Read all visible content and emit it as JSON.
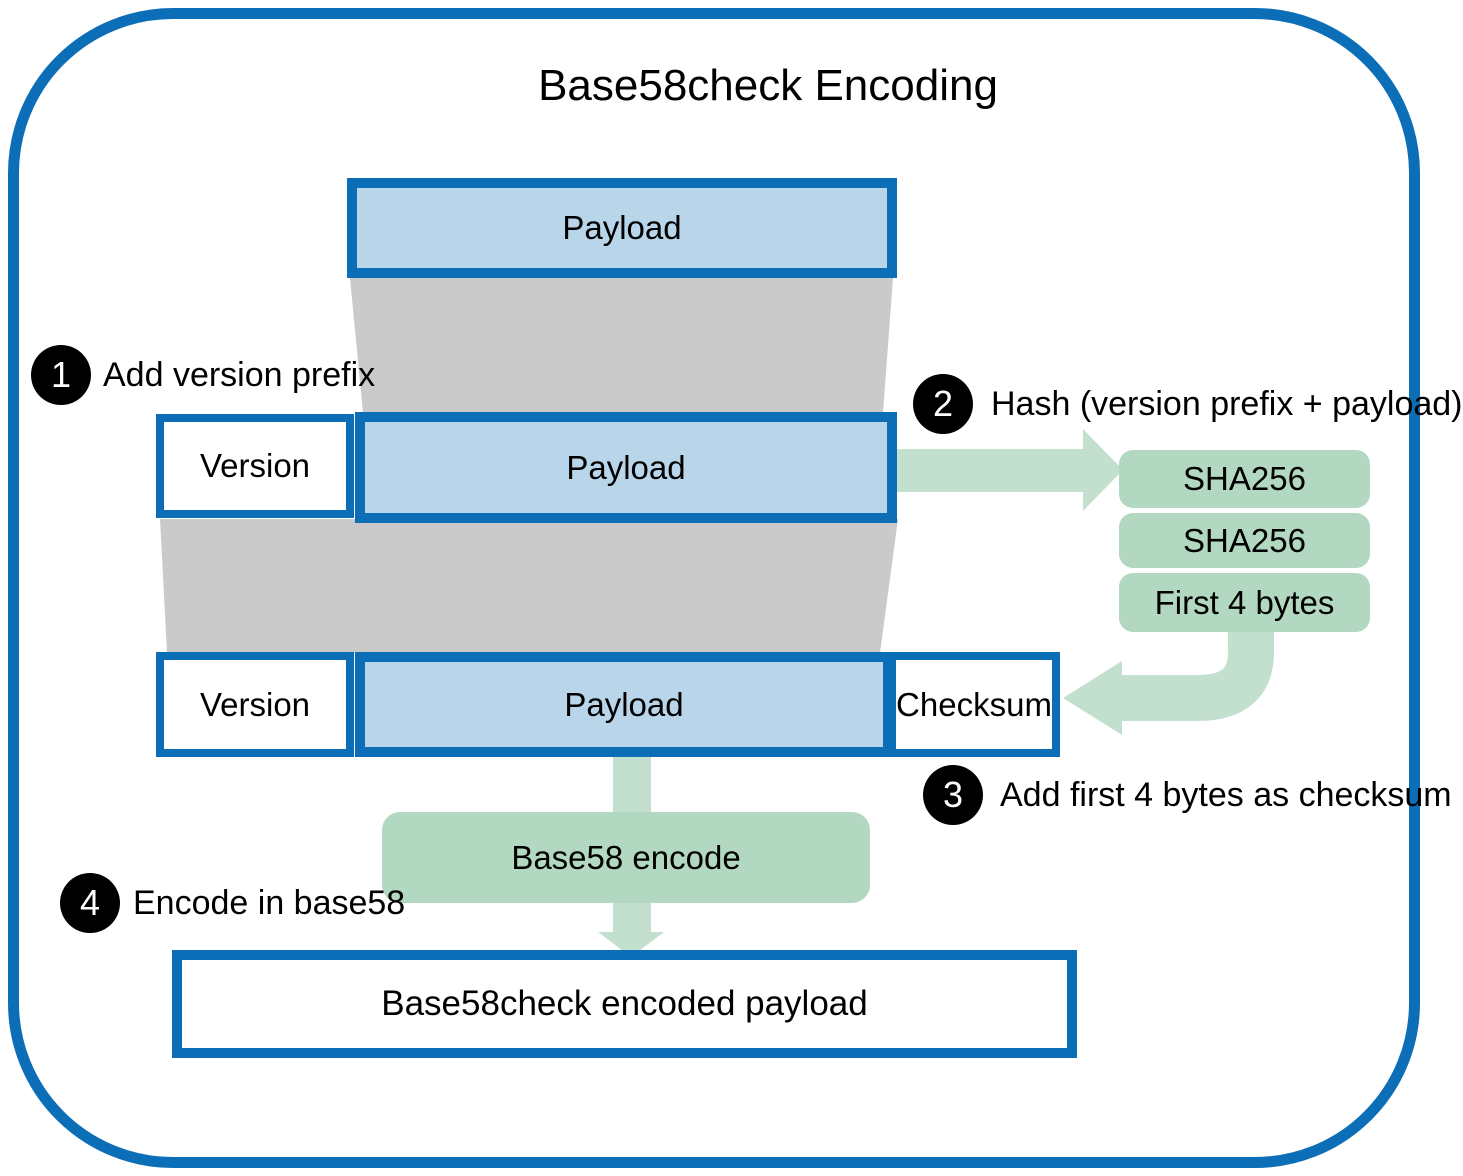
{
  "title": "Base58check Encoding",
  "colors": {
    "border_blue": "#0d6eb8",
    "payload_fill": "#b8d5ea",
    "green_box": "#b2d8c1",
    "green_arrow": "#c2e0cd",
    "connector_gray": "#cacaca",
    "step_badge": "#000000"
  },
  "boxes": {
    "payload": "Payload",
    "version": "Version",
    "checksum": "Checksum",
    "sha256": "SHA256",
    "first_4_bytes": "First 4 bytes",
    "base58_encode": "Base58 encode",
    "result": "Base58check encoded payload"
  },
  "steps": [
    {
      "num": "1",
      "label": "Add version prefix"
    },
    {
      "num": "2",
      "label": "Hash (version prefix + payload)"
    },
    {
      "num": "3",
      "label": "Add first 4 bytes as checksum"
    },
    {
      "num": "4",
      "label": "Encode in base58"
    }
  ]
}
